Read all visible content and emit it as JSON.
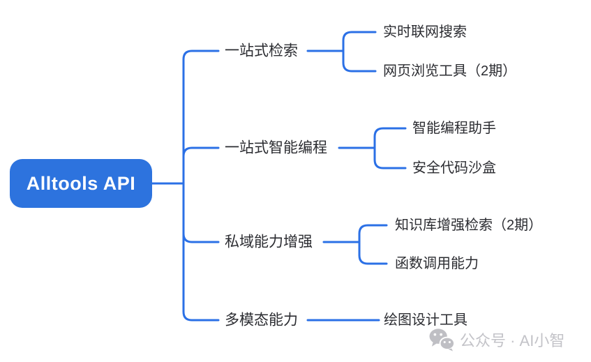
{
  "root": {
    "label": "Alltools API"
  },
  "branches": [
    {
      "label": "一站式检索",
      "children": [
        {
          "label": "实时联网搜索"
        },
        {
          "label": "网页浏览工具（2期）"
        }
      ]
    },
    {
      "label": "一站式智能编程",
      "children": [
        {
          "label": "智能编程助手"
        },
        {
          "label": "安全代码沙盒"
        }
      ]
    },
    {
      "label": "私域能力增强",
      "children": [
        {
          "label": "知识库增强检索（2期）"
        },
        {
          "label": "函数调用能力"
        }
      ]
    },
    {
      "label": "多模态能力",
      "children": [
        {
          "label": "绘图设计工具"
        }
      ]
    }
  ],
  "watermark": {
    "icon": "wechat-icon",
    "text": "公众号 · AI小智"
  },
  "colors": {
    "node_background": "#2d73de",
    "connector_line": "#2b70e6",
    "node_text": "#ffffff",
    "label_text": "#2b2c31",
    "watermark_gray": "#c3c3c8"
  }
}
